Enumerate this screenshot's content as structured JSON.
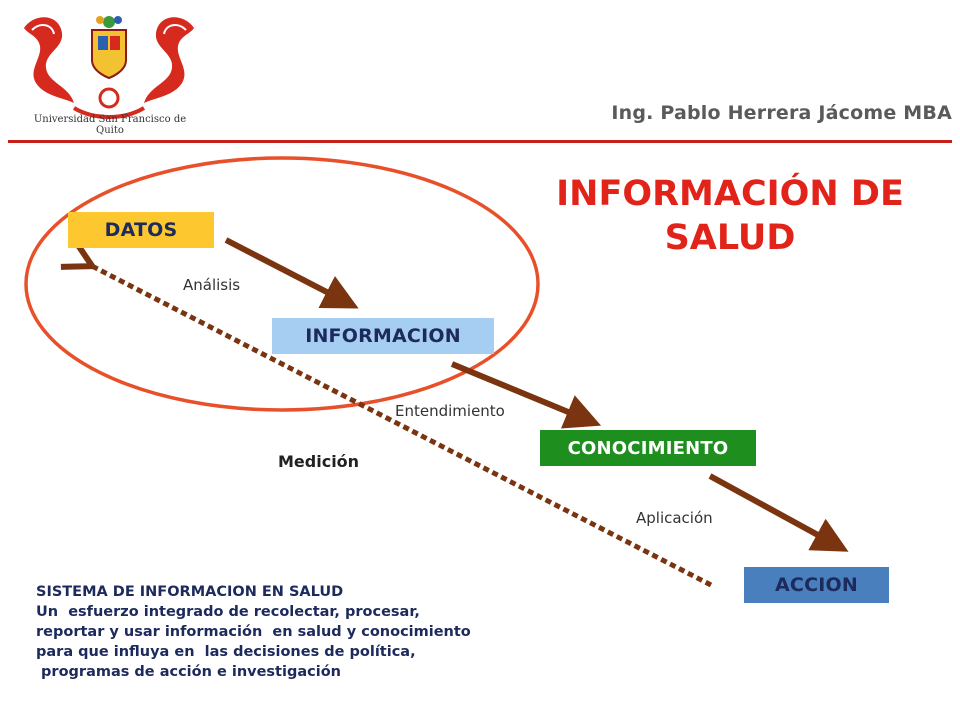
{
  "header": {
    "logo_text": "Universidad San Francisco de Quito",
    "author": "Ing. Pablo Herrera Jácome MBA"
  },
  "title": {
    "line1": "INFORMACIÓN DE",
    "line2": "SALUD"
  },
  "boxes": {
    "datos": "DATOS",
    "informacion": "INFORMACION",
    "conocimiento": "CONOCIMIENTO",
    "accion": "ACCION"
  },
  "arrow_labels": {
    "analisis": "Análisis",
    "entendimiento": "Entendimiento",
    "aplicacion": "Aplicación",
    "medicion": "Medición"
  },
  "definition": {
    "heading": "SISTEMA DE INFORMACION EN SALUD",
    "lines": [
      "Un  esfuerzo integrado de recolectar, procesar,",
      "reportar y usar información  en salud y conocimiento",
      "para que influya en  las decisiones de política,",
      " programas de acción e investigación"
    ]
  },
  "colors": {
    "title": "#e2231a",
    "header_rule": "#c8201a",
    "arrow": "#7a3510",
    "ellipse": "#e8502a",
    "datos_box": "#fdc82f",
    "informacion_box": "#a6cdf2",
    "conocimiento_box": "#1e8e1e",
    "accion_box": "#4a7fbe",
    "definition_text": "#1c2a5c"
  },
  "icons": {
    "logo": "university-crest-icon"
  }
}
